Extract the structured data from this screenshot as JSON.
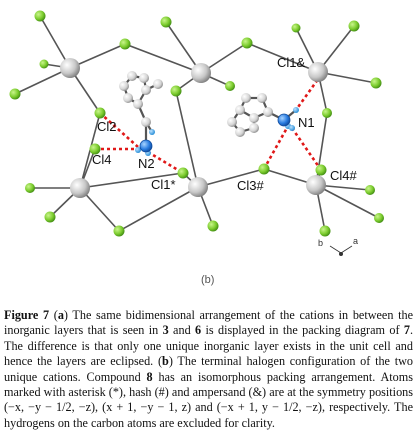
{
  "figure": {
    "panel_label": "(b)",
    "axis_labels": {
      "b": "b",
      "a": "a"
    },
    "atom_labels": {
      "cl2": "Cl2",
      "cl4": "Cl4",
      "n2": "N2",
      "cl1_star": "Cl1*",
      "cl3_hash": "Cl3#",
      "cl1_amp": "Cl1&",
      "n1": "N1",
      "cl4_hash": "Cl4#"
    },
    "colors": {
      "halogen": "#7ccc2e",
      "metal": "#c8c8c8",
      "nitrogen": "#2a7de1",
      "carbon": "#d9d9d9",
      "hbond": "#e01818",
      "bond": "#555555"
    }
  },
  "caption": {
    "figure_label": "Figure 7",
    "text_parts": [
      "(",
      "a",
      ") The same bidimensional arrangement of the cations in between the inorganic layers that is seen in ",
      "3",
      " and ",
      "6",
      " is displayed in the packing diagram of ",
      "7",
      ". The difference is that only one unique inorganic layer exists in the unit cell and hence the layers are eclipsed. (",
      "b",
      ") The terminal halogen configuration of the two unique cations. Compound ",
      "8",
      " has an isomorphous packing arrangement. Atoms marked with asterisk (*), hash (#) and ampersand (&) are at the symmetry positions (−x, −y − 1/2, −z), (x + 1, −y − 1, z) and (−x + 1, y − 1/2, −z), respectively. The hydrogens on the carbon atoms are excluded for clarity."
    ]
  }
}
